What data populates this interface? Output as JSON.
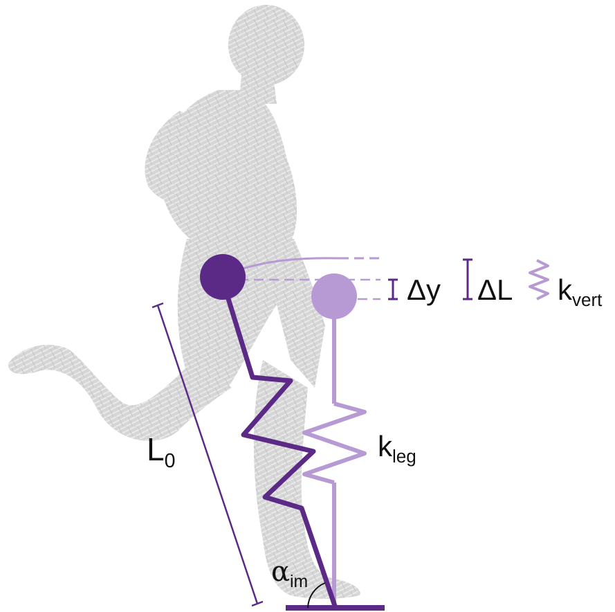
{
  "diagram": {
    "labels": {
      "L0_base": "L",
      "L0_sub": "0",
      "alpha_base": "α",
      "alpha_sub": "im",
      "kleg_base": "k",
      "kleg_sub": "leg",
      "delta_y": "Δy",
      "delta_L": "ΔL",
      "kvert_base": "k",
      "kvert_sub": "vert"
    },
    "colors": {
      "dark_purple": "#5b2a86",
      "light_purple": "#b79ad3",
      "runner_gray": "#c8c8c8",
      "text": "#111111"
    },
    "icons": {
      "runner": "runner-silhouette",
      "dark_mass": "filled-circle",
      "light_mass": "filled-circle",
      "kvert_spring": "spring-zigzag-icon"
    }
  }
}
